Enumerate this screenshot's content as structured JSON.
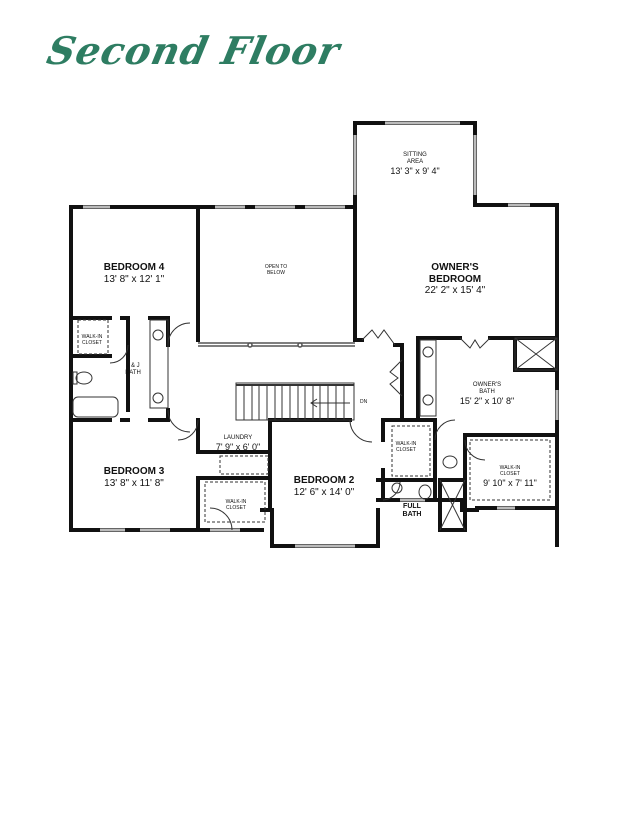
{
  "header": {
    "title": "Second Floor",
    "title_color": "#2e7d62"
  },
  "rooms": {
    "sitting_area": {
      "name": "SITTING AREA",
      "name_line1": "SITTING",
      "name_line2": "AREA",
      "dim": "13' 3\" x 9' 4\""
    },
    "owners_bedroom": {
      "name_line1": "OWNER'S",
      "name_line2": "BEDROOM",
      "dim": "22' 2\" x 15' 4\""
    },
    "bedroom_4": {
      "name": "BEDROOM 4",
      "dim": "13' 8\" x 12' 1\""
    },
    "open_to_below": {
      "name_line1": "OPEN TO",
      "name_line2": "BELOW"
    },
    "walk_in_closet_bed4": {
      "name_line1": "WALK-IN",
      "name_line2": "CLOSET"
    },
    "jj_bath": {
      "name_line1": "J & J",
      "name_line2": "BATH"
    },
    "owners_bath": {
      "name_line1": "OWNER'S",
      "name_line2": "BATH",
      "dim": "15' 2\" x 10' 8\""
    },
    "laundry": {
      "name": "LAUNDRY",
      "dim": "7' 9\" x 6' 0\""
    },
    "bedroom_3": {
      "name": "BEDROOM 3",
      "dim": "13' 8\" x 11' 8\""
    },
    "walk_in_closet_bed3": {
      "name_line1": "WALK-IN",
      "name_line2": "CLOSET"
    },
    "bedroom_2": {
      "name": "BEDROOM 2",
      "dim": "12' 6\" x 14' 0\""
    },
    "walk_in_closet_bed2": {
      "name_line1": "WALK-IN",
      "name_line2": "CLOSET"
    },
    "full_bath": {
      "name_line1": "FULL",
      "name_line2": "BATH"
    },
    "owners_walk_in_closet": {
      "name_line1": "WALK-IN",
      "name_line2": "CLOSET",
      "dim": "9' 10\" x 7' 11\""
    }
  },
  "stairs": {
    "direction_label": "DN"
  },
  "colors": {
    "wall": "#111111",
    "window": "#bbbbbb",
    "background": "#ffffff"
  }
}
